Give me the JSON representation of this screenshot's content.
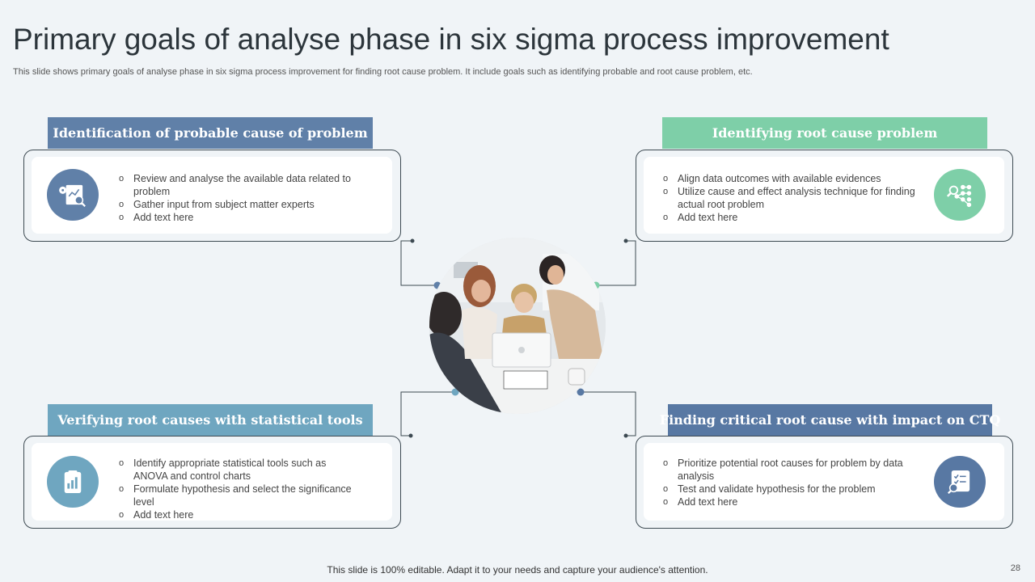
{
  "title": "Primary goals of analyse phase in six sigma process improvement",
  "subtitle": "This slide shows primary goals of analyse phase in six sigma process improvement for finding root cause problem. It include goals such as identifying probable and root cause problem, etc.",
  "colors": {
    "blue": "#6080a8",
    "green": "#7ecfa8",
    "teal": "#6fa6c0",
    "navy": "#5878a3"
  },
  "quadrants": {
    "top_left": {
      "heading": "Identification of probable cause of problem",
      "icon": "analysis-report-icon",
      "bullets": [
        "Review and analyse the available data related to problem",
        "Gather input from subject matter experts",
        "Add text here"
      ]
    },
    "top_right": {
      "heading": "Identifying root cause problem",
      "icon": "network-search-icon",
      "bullets": [
        "Align data outcomes with available evidences",
        "Utilize cause and effect analysis technique for finding actual root problem",
        "Add text here"
      ]
    },
    "bottom_left": {
      "heading": "Verifying root causes with statistical tools",
      "icon": "statistics-clipboard-icon",
      "bullets": [
        "Identify appropriate statistical tools such as ANOVA and control charts",
        "Formulate hypothesis and select the significance level",
        "Add text here"
      ]
    },
    "bottom_right": {
      "heading": "Finding critical root cause with impact on CTQ",
      "icon": "checklist-search-icon",
      "bullets": [
        "Prioritize potential root causes for problem by data analysis",
        "Test and validate hypothesis for the problem",
        "Add text here"
      ]
    }
  },
  "footer": "This slide is 100% editable. Adapt it to your needs and capture your audience's attention.",
  "page_number": "28"
}
